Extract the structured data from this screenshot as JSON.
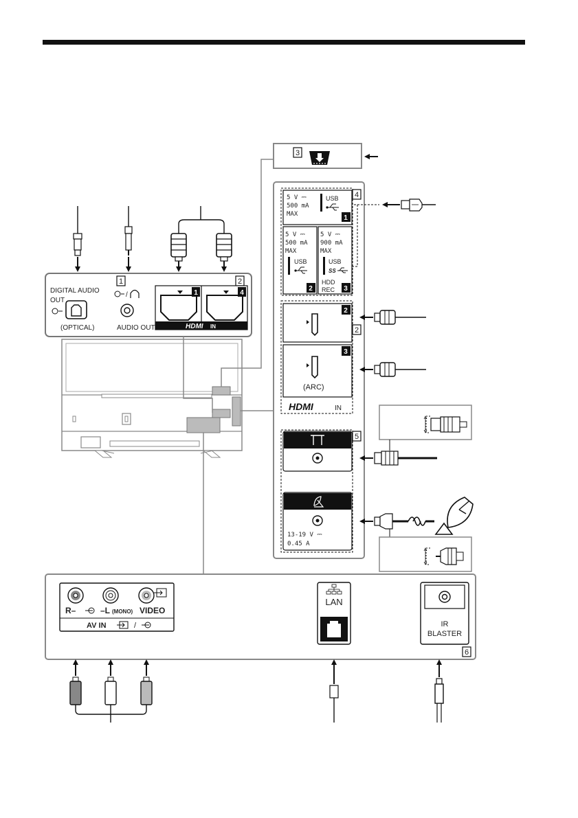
{
  "top_panel": {
    "callout_1": "1",
    "callout_2": "2",
    "digital_audio_line1": "DIGITAL AUDIO",
    "digital_audio_line2": "OUT",
    "optical": "(OPTICAL)",
    "audio_out": "AUDIO OUT",
    "hdmi_port_1": "1",
    "hdmi_port_4": "4",
    "hdmi_logo": "HDMI",
    "hdmi_in": "IN"
  },
  "usb_service_box": {
    "callout": "3"
  },
  "side_panel": {
    "callout_usb": "4",
    "callout_hdmi": "2",
    "callout_antenna": "5",
    "usb1": {
      "v": "5 V ⎓",
      "ma": "500 mA",
      "max": "MAX",
      "label": "USB",
      "num": "1"
    },
    "usb2": {
      "v": "5 V ⎓",
      "ma": "500 mA",
      "max": "MAX",
      "label": "USB",
      "num": "2"
    },
    "usb3": {
      "v": "5 V ⎓",
      "ma": "900 mA",
      "max": "MAX",
      "label": "USB",
      "hdd": "HDD",
      "rec": "REC",
      "num": "3"
    },
    "hdmi2_num": "2",
    "hdmi3_num": "3",
    "arc": "(ARC)",
    "hdmi_logo": "HDMI",
    "hdmi_in": "IN",
    "sat_voltage": "13-19 V ⎓",
    "sat_current": "0.45 A"
  },
  "bottom_panel": {
    "callout": "6",
    "r_label": "R–",
    "l_label": "–L",
    "mono": "(MONO)",
    "video": "VIDEO",
    "av_in": "AV IN",
    "slash": "/",
    "lan": "LAN",
    "ir_line1": "IR",
    "ir_line2": "BLASTER"
  },
  "colors": {
    "ink": "#111111",
    "grey": "#888888",
    "panel_fill": "#bbbbbb"
  }
}
